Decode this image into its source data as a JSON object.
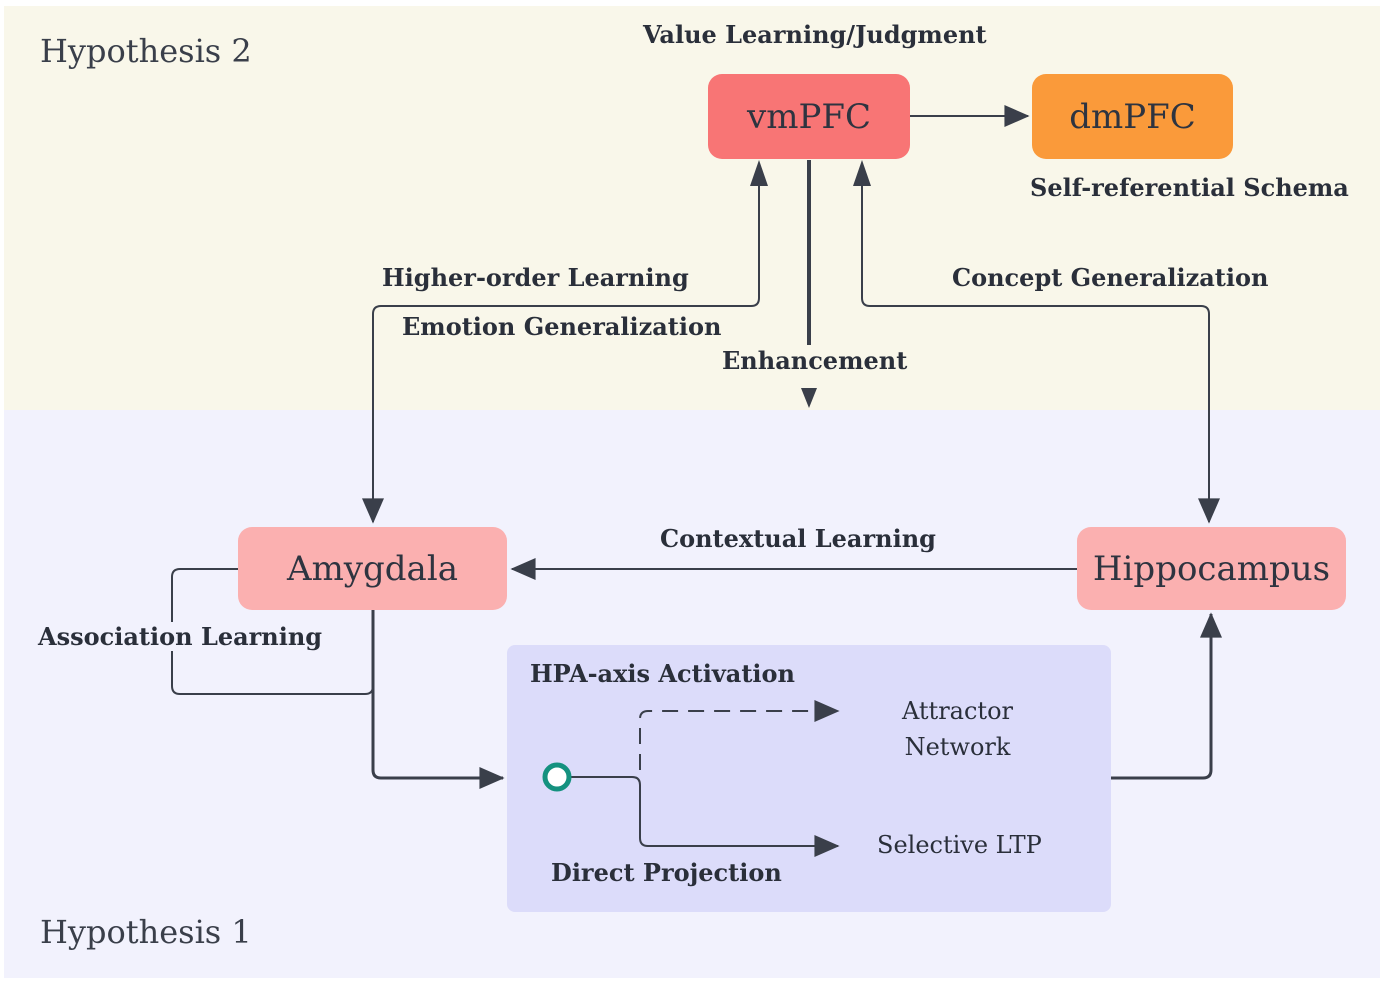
{
  "hypotheses": {
    "h2": "Hypothesis 2",
    "h1": "Hypothesis 1"
  },
  "nodes": {
    "vmpfc": "vmPFC",
    "dmpfc": "dmPFC",
    "amygdala": "Amygdala",
    "hippocampus": "Hippocampus",
    "attractor_line1": "Attractor",
    "attractor_line2": "Network",
    "selective_ltp": "Selective LTP"
  },
  "labels": {
    "value_learning": "Value Learning/Judgment",
    "self_referential": "Self-referential Schema",
    "higher_order": "Higher-order Learning",
    "emotion_generalization": "Emotion Generalization",
    "enhancement": "Enhancement",
    "concept_generalization": "Concept Generalization",
    "contextual_learning": "Contextual Learning",
    "association_learning": "Association Learning",
    "hpa_activation": "HPA-axis Activation",
    "direct_projection": "Direct Projection"
  },
  "colors": {
    "top_region": "#f9f7ea",
    "bottom_region": "#f2f2fd",
    "hpa_box": "#dcdcfa",
    "vmpfc": "#f87575",
    "dmpfc": "#fa9a3a",
    "amygdala": "#fbb0b0",
    "hippocampus": "#fbb0b0",
    "edge": "#3a3f4a",
    "start_marker": "#14917f"
  }
}
